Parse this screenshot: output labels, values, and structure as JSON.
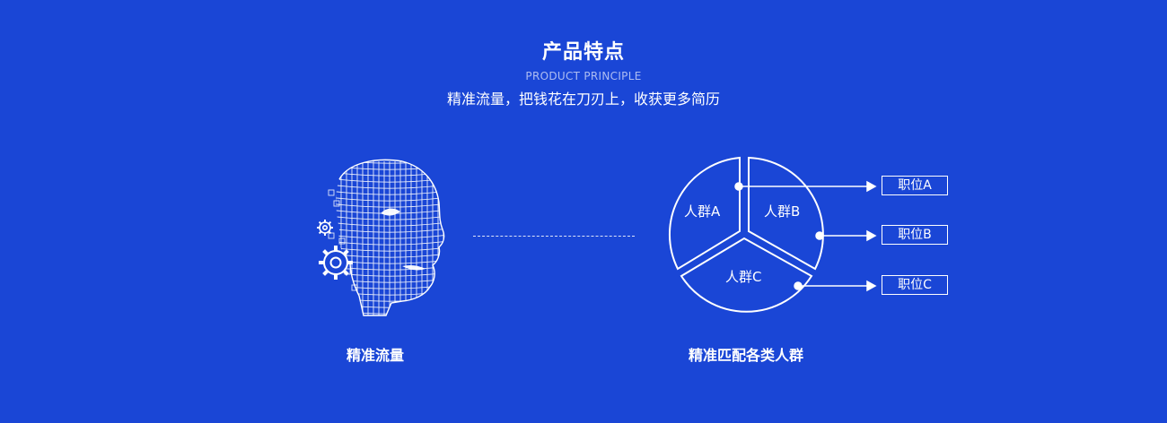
{
  "header": {
    "title": "产品特点",
    "subtitle_en": "PRODUCT PRINCIPLE",
    "tagline": "精准流量，把钱花在刀刃上，收获更多简历"
  },
  "left_panel": {
    "caption": "精准流量",
    "icons": [
      "wireframe-face-icon",
      "gear-icon"
    ]
  },
  "right_panel": {
    "caption": "精准匹配各类人群",
    "segments": [
      "人群A",
      "人群B",
      "人群C"
    ],
    "jobs": [
      "职位A",
      "职位B",
      "职位C"
    ]
  },
  "colors": {
    "background": "#1a46d6",
    "foreground": "#ffffff"
  }
}
